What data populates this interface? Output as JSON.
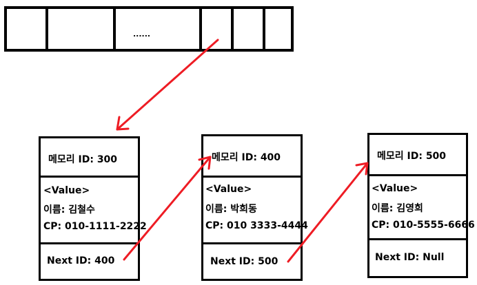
{
  "array": {
    "ellipsis": "......"
  },
  "nodes": [
    {
      "memory_id": "메모리 ID: 300",
      "value_label": "<Value>",
      "name": "이름: 김철수",
      "cp": "CP: 010-1111-2222",
      "next_id": "Next ID:  400"
    },
    {
      "memory_id": "메모리 ID: 400",
      "value_label": "<Value>",
      "name": "이름: 박희동",
      "cp": "CP: 010 3333-4444",
      "next_id": "Next ID:  500"
    },
    {
      "memory_id": "메모리 ID: 500",
      "value_label": "<Value>",
      "name": "이름: 김영희",
      "cp": "CP: 010-5555-6666",
      "next_id": "Next ID:  Null"
    }
  ],
  "colors": {
    "arrow": "#ee1c24",
    "border": "#000000"
  }
}
